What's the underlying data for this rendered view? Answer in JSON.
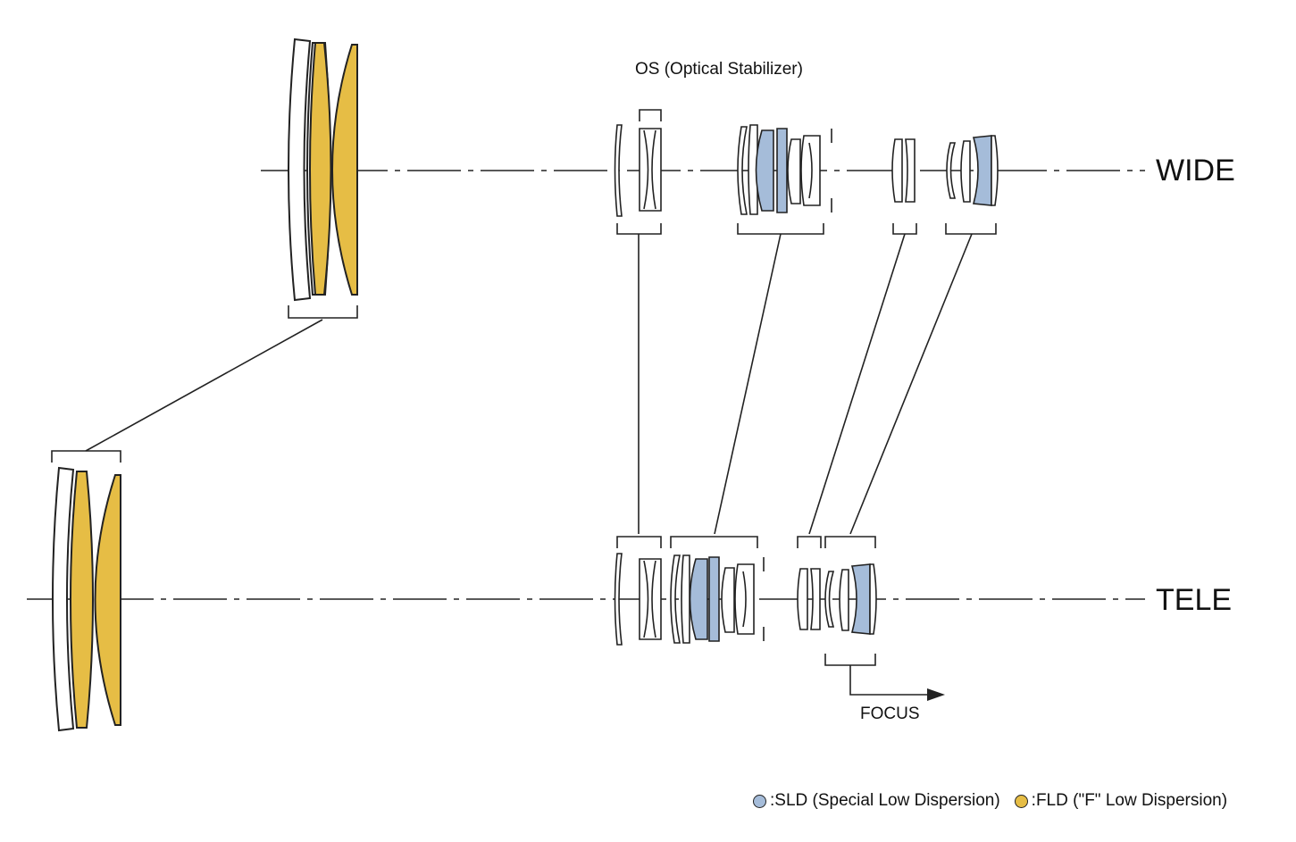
{
  "labels": {
    "os": "OS (Optical Stabilizer)",
    "wide": "WIDE",
    "tele": "TELE",
    "focus": "FOCUS"
  },
  "legend": [
    {
      "name": "SLD",
      "text": ":SLD (Special Low Dispersion)",
      "color": "#a5bcd9"
    },
    {
      "name": "FLD",
      "text": ":FLD (\"F\" Low Dispersion)",
      "color": "#e6bd45"
    }
  ],
  "colors": {
    "sld": "#a5bcd9",
    "fld": "#e6bd45",
    "line": "#222222"
  }
}
